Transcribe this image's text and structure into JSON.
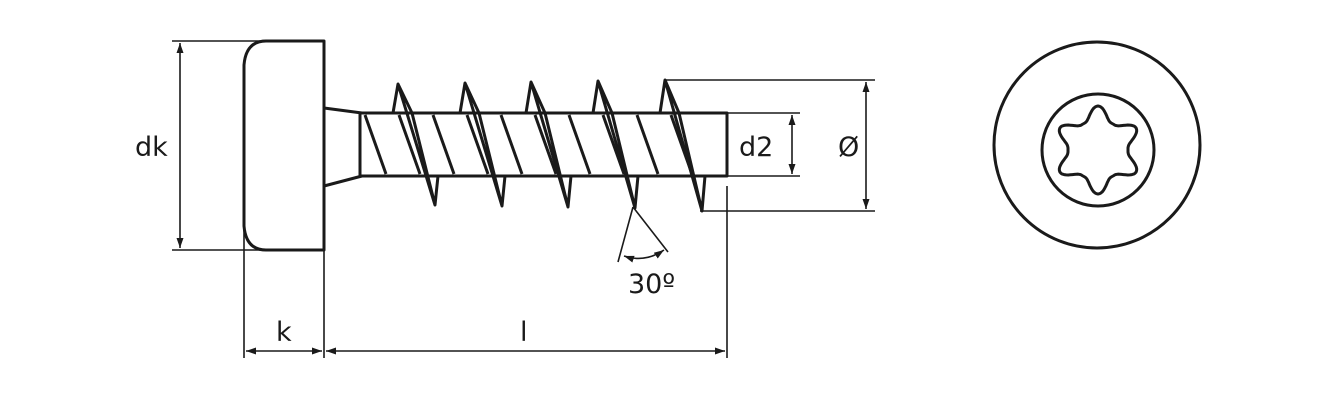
{
  "labels": {
    "head_diameter": "dk",
    "head_height": "k",
    "length": "l",
    "core_diameter": "d2",
    "thread_diameter": "Ø",
    "thread_angle": "30º"
  },
  "colors": {
    "line": "#1a1a1a",
    "background": "#ffffff"
  }
}
